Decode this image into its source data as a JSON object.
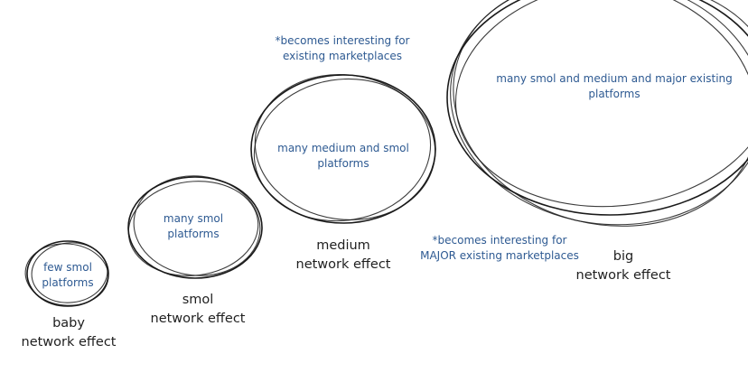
{
  "stages": [
    {
      "name": "baby",
      "label": "baby\nnetwork effect",
      "inner": "few smol\nplatforms"
    },
    {
      "name": "smol",
      "label": "smol\nnetwork effect",
      "inner": "many smol\nplatforms"
    },
    {
      "name": "medium",
      "label": "medium\nnetwork effect",
      "inner": "many medium and smol\nplatforms"
    },
    {
      "name": "big",
      "label": "big\nnetwork effect",
      "inner": "many smol and medium and major existing\nplatforms"
    }
  ],
  "notes": {
    "existing": "*becomes interesting for\nexisting marketplaces",
    "major": "*becomes interesting for\nMAJOR existing marketplaces"
  },
  "colors": {
    "ink": "#1a1a1a",
    "inner_text": "#2e5a92",
    "label_text": "#1f1f1f"
  }
}
